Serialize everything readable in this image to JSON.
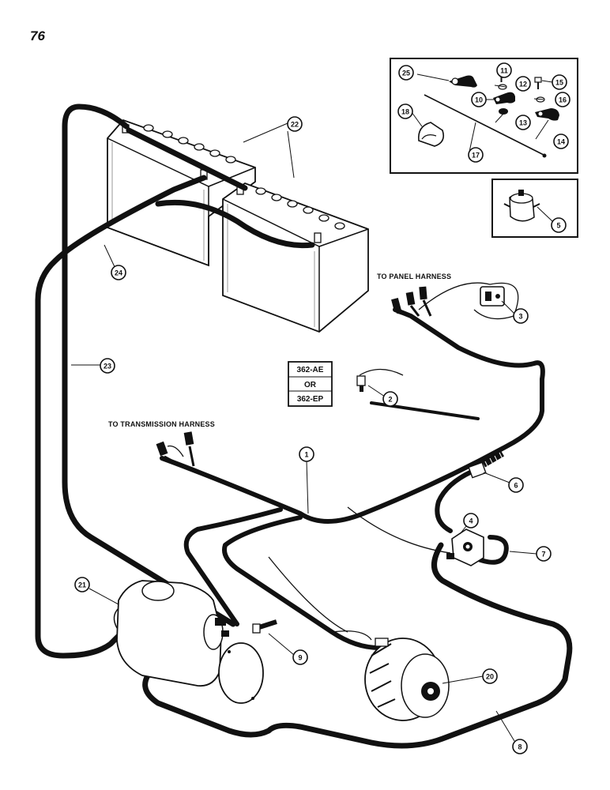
{
  "page": {
    "number": "76"
  },
  "notes": {
    "panel_harness": "TO PANEL HARNESS",
    "transmission_harness": "TO TRANSMISSION HARNESS"
  },
  "model_box": {
    "line1": "362-AE",
    "line2": "OR",
    "line3": "362-EP"
  },
  "callouts": {
    "c1": "1",
    "c2": "2",
    "c3": "3",
    "c4": "4",
    "c5": "5",
    "c6": "6",
    "c7": "7",
    "c8": "8",
    "c9": "9",
    "c10": "10",
    "c11": "11",
    "c12": "12",
    "c13": "13",
    "c14": "14",
    "c15": "15",
    "c16": "16",
    "c17": "17",
    "c18": "18",
    "c20": "20",
    "c21": "21",
    "c22": "22",
    "c23": "23",
    "c24": "24",
    "c25": "25"
  }
}
